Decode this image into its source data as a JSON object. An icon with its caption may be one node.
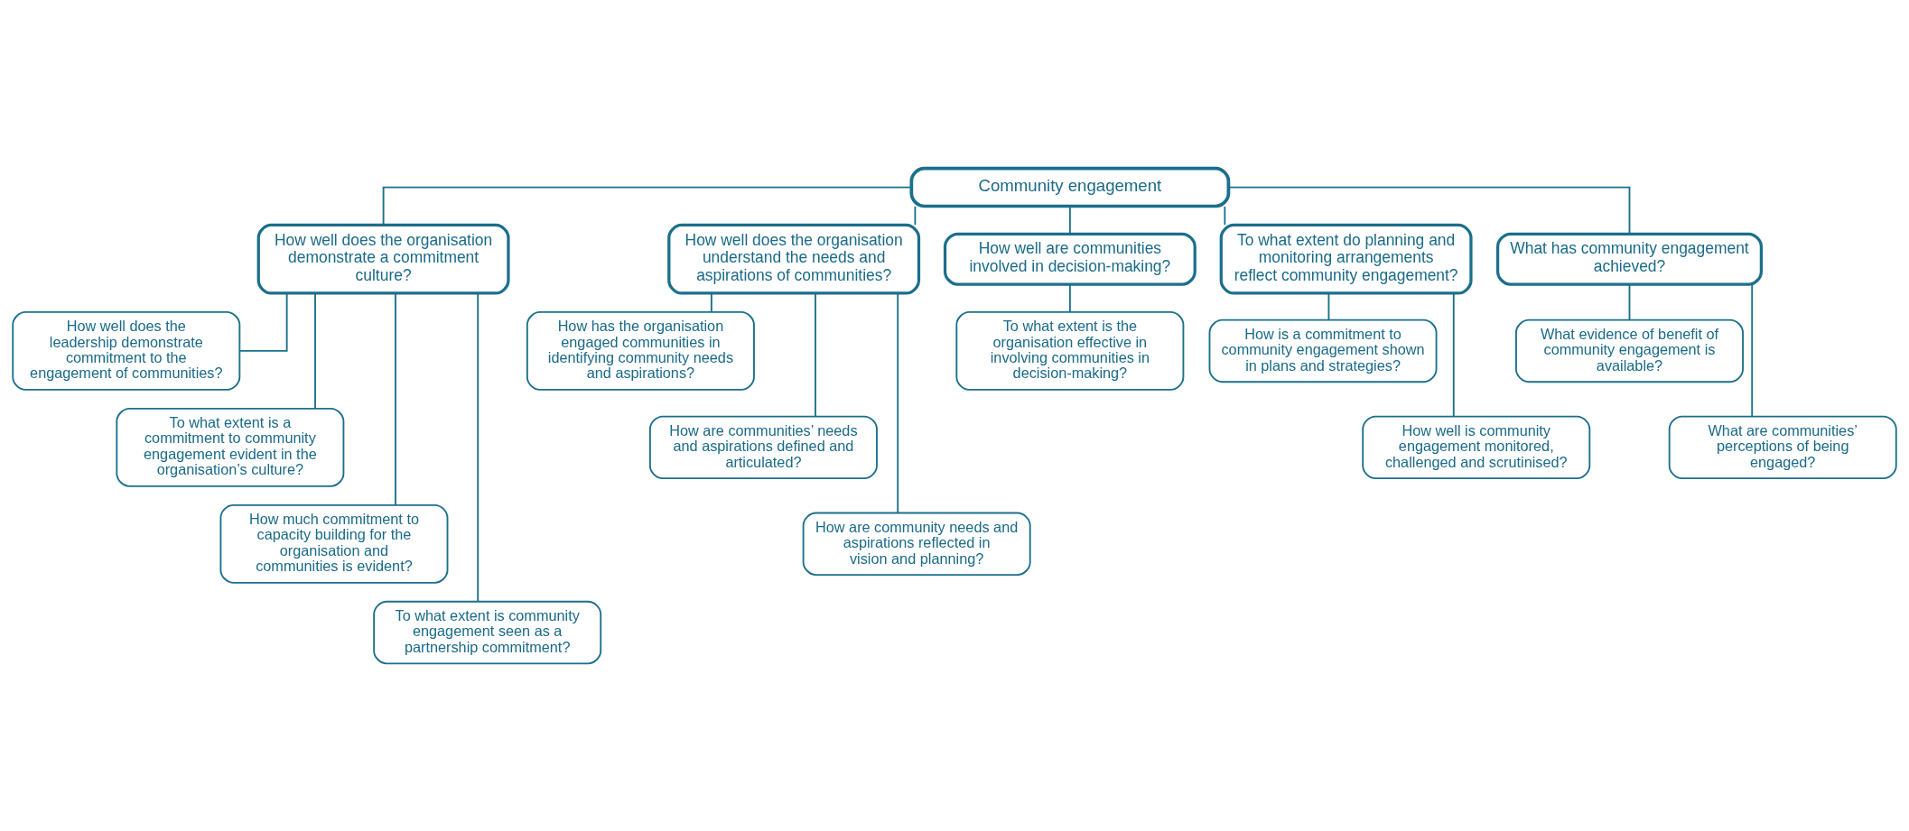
{
  "diagram": {
    "nodes": [
      {
        "text": [
          "Community engagement"
        ]
      },
      {
        "text": [
          "How well does the organisation demonstrate a commitment culture?"
        ]
      },
      {
        "text": [
          "How well does the leadership demonstrate commitment to the engagement of communities?"
        ]
      },
      {
        "text": [
          "To what extent is a commitment to community engagement evident in the organisation’s culture?"
        ]
      },
      {
        "text": [
          "How much commitment to capacity building for the organisation and communities is evident?"
        ]
      },
      {
        "text": [
          "To what extent is community engagement seen as a partnership commitment?"
        ]
      },
      {
        "text": [
          "How well does the organisation understand the needs and aspirations of communities?"
        ]
      },
      {
        "text": [
          "How has the organisation engaged communities in identifying community needs and aspirations?"
        ]
      },
      {
        "text": [
          "How are communities’ needs and aspirations defined and articulated?"
        ]
      },
      {
        "text": [
          "How are community needs and aspirations reflected in vision and planning?"
        ]
      },
      {
        "text": [
          "How well are communities involved in decision-making?"
        ]
      },
      {
        "text": [
          "To what extent is the organisation effective in involving communities in decision-making?"
        ]
      },
      {
        "text": [
          "To what extent do planning and monitoring arrangements reflect community engagement?"
        ]
      },
      {
        "text": [
          "How is a commitment to community engagement shown in plans and strategies?"
        ]
      },
      {
        "text": [
          "How well is community engagement monitored, challenged and scrutinised?"
        ]
      },
      {
        "text": [
          "What has community engagement achieved?"
        ]
      },
      {
        "text": [
          "What evidence of benefit of community engagement is available?"
        ]
      },
      {
        "text": [
          "What are communities’ perceptions of being engaged?"
        ]
      }
    ],
    "edges": [
      {
        "from": 0,
        "to": 1,
        "arrow": "none"
      },
      {
        "from": 0,
        "to": 6,
        "arrow": "none"
      },
      {
        "from": 0,
        "to": 10,
        "arrow": "none"
      },
      {
        "from": 0,
        "to": 12,
        "arrow": "none"
      },
      {
        "from": 0,
        "to": 15,
        "arrow": "none"
      },
      {
        "from": 1,
        "to": 2,
        "arrow": "none"
      },
      {
        "from": 1,
        "to": 3,
        "arrow": "none"
      },
      {
        "from": 1,
        "to": 4,
        "arrow": "none"
      },
      {
        "from": 1,
        "to": 5,
        "arrow": "none"
      },
      {
        "from": 6,
        "to": 7,
        "arrow": "none"
      },
      {
        "from": 6,
        "to": 8,
        "arrow": "none"
      },
      {
        "from": 6,
        "to": 9,
        "arrow": "none"
      },
      {
        "from": 10,
        "to": 11,
        "arrow": "none"
      },
      {
        "from": 12,
        "to": 13,
        "arrow": "none"
      },
      {
        "from": 12,
        "to": 14,
        "arrow": "none"
      },
      {
        "from": 15,
        "to": 16,
        "arrow": "none"
      },
      {
        "from": 15,
        "to": 17,
        "arrow": "none"
      }
    ]
  }
}
